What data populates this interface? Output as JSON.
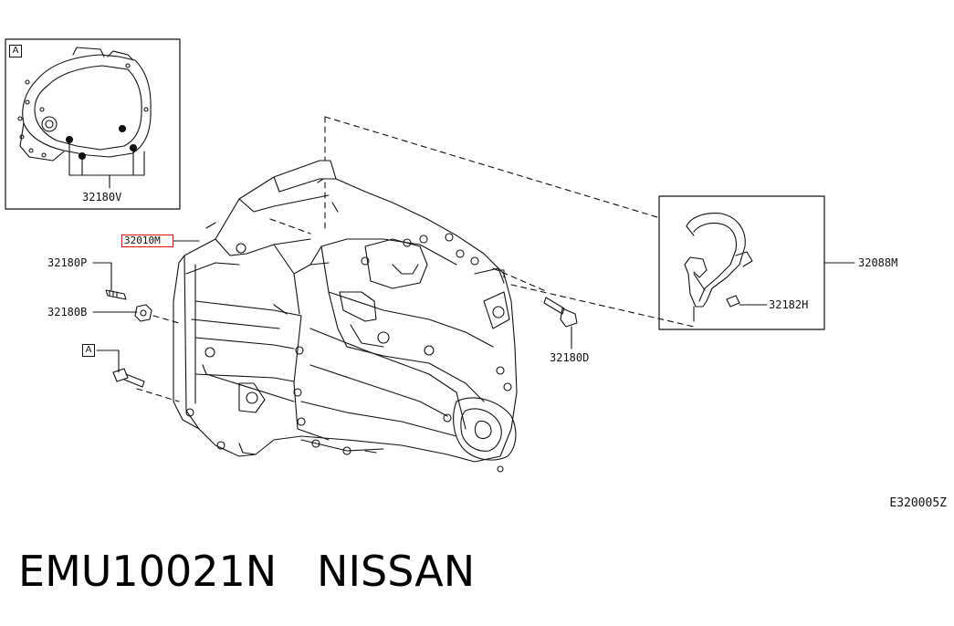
{
  "diagram": {
    "inset_a_box": "A",
    "inset_a_part": "32180V",
    "main_highlighted_part": "32010M",
    "left_box": "A",
    "parts": {
      "p32180P": "32180P",
      "p32180B": "32180B",
      "p32180D": "32180D",
      "p32088M": "32088M",
      "p32182H": "32182H"
    },
    "figure_code": "E320005Z"
  },
  "caption": {
    "part_number": "EMU10021N",
    "brand": "NISSAN"
  },
  "colors": {
    "highlight": "#e01010",
    "line": "#111111"
  }
}
